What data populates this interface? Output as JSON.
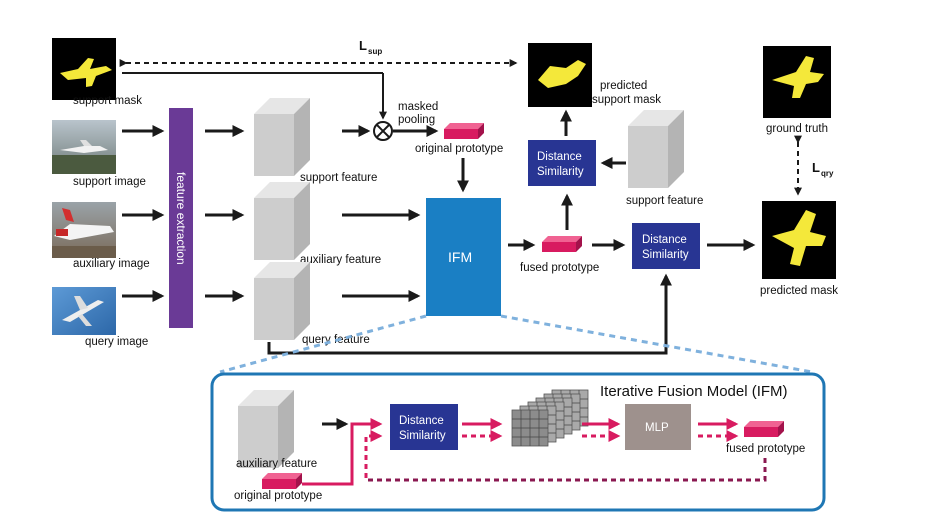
{
  "labels": {
    "support_mask": "support mask",
    "support_image": "support image",
    "auxiliary_image": "auxiliary image",
    "query_image": "query image",
    "feature_extraction": "feature extraction",
    "support_feature": "support feature",
    "auxiliary_feature": "auxiliary feature",
    "query_feature": "query feature",
    "masked_pooling_1": "masked",
    "masked_pooling_2": "pooling",
    "original_prototype": "original prototype",
    "ifm": "IFM",
    "fused_prototype": "fused prototype",
    "distance_similarity_1": "Distance",
    "distance_similarity_2": "Similarity",
    "predicted_support_mask_1": "predicted",
    "predicted_support_mask_2": "support mask",
    "support_feature_right": "support feature",
    "ground_truth": "ground truth",
    "predicted_mask": "predicted mask",
    "loss_sup": "L",
    "loss_sup_sub": "sup",
    "loss_qry": "L",
    "loss_qry_sub": "qry"
  },
  "inset": {
    "title": "Iterative Fusion Model (IFM)",
    "auxiliary_feature": "auxiliary feature",
    "original_prototype": "original prototype",
    "distance_similarity_1": "Distance",
    "distance_similarity_2": "Similarity",
    "mlp": "MLP",
    "fused_prototype": "fused prototype"
  },
  "colors": {
    "feature_extraction": "#6a3a96",
    "ifm_block": "#1a7fc4",
    "distance_box": "#283593",
    "prototype": "#d81b60",
    "inset_border": "#1f77b4",
    "arrow": "#1a1a1a",
    "mlp": "#9e918d"
  }
}
